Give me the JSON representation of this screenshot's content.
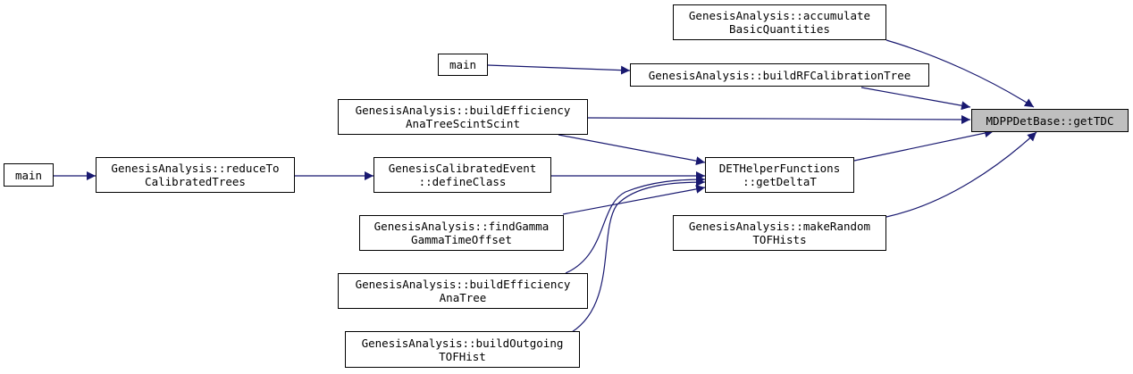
{
  "colors": {
    "edge": "#191970",
    "node_border": "#000000",
    "node_fill": "#ffffff",
    "root_fill": "#bfbfbf"
  },
  "nodes": {
    "get_tdc": [
      "MDPPDetBase::getTDC"
    ],
    "accumulate": [
      "GenesisAnalysis::accumulate",
      "BasicQuantities"
    ],
    "main_1": [
      "main"
    ],
    "build_rf": [
      "GenesisAnalysis::buildRFCalibrationTree"
    ],
    "build_eff_scint": [
      "GenesisAnalysis::buildEfficiency",
      "AnaTreeScintScint"
    ],
    "get_delta_t": [
      "DETHelperFunctions",
      "::getDeltaT"
    ],
    "main_2": [
      "main"
    ],
    "reduce": [
      "GenesisAnalysis::reduceTo",
      "CalibratedTrees"
    ],
    "define_class": [
      "GenesisCalibratedEvent",
      "::defineClass"
    ],
    "find_gamma": [
      "GenesisAnalysis::findGamma",
      "GammaTimeOffset"
    ],
    "make_random": [
      "GenesisAnalysis::makeRandom",
      "TOFHists"
    ],
    "build_eff_ana": [
      "GenesisAnalysis::buildEfficiency",
      "AnaTree"
    ],
    "build_outgoing": [
      "GenesisAnalysis::buildOutgoing",
      "TOFHist"
    ]
  }
}
